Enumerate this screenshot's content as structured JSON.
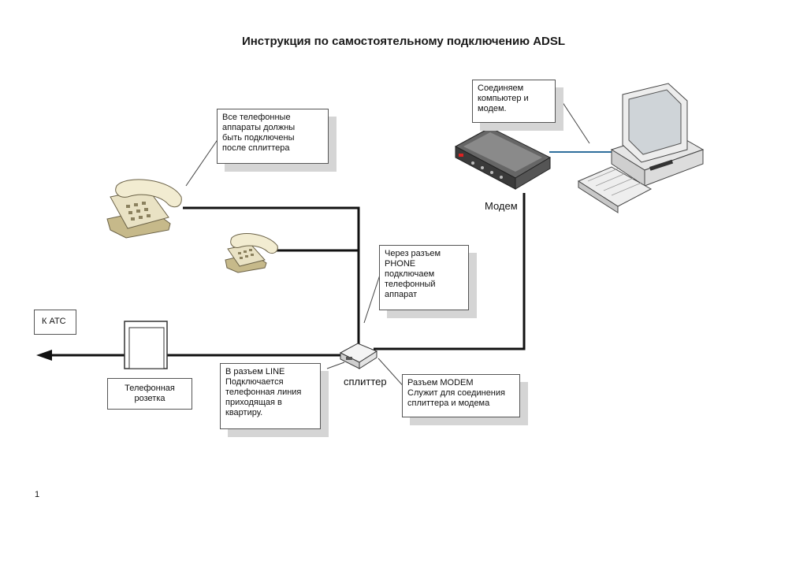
{
  "title": "Инструкция по самостоятельному подключению ADSL",
  "callouts": {
    "phones": "Все телефонные\nаппараты должны\nбыть подключены\nпосле сплиттера",
    "computer": "Соединяем\nкомпьютер и\nмодем.",
    "phone_port": "Через разъем\nPHONE\n подключаем\nтелефонный\nаппарат",
    "line_port": "В разъем LINE\nПодключается\nтелефонная линия\nприходящая в\nквартиру.",
    "modem_port": "Разъем MODEM\nСлужит для соединения\nсплиттера и модема"
  },
  "labels": {
    "atc": "К АТС",
    "socket": "Телефонная\nрозетка",
    "modem": "Модем",
    "splitter": "сплиттер"
  },
  "page_number": "1"
}
